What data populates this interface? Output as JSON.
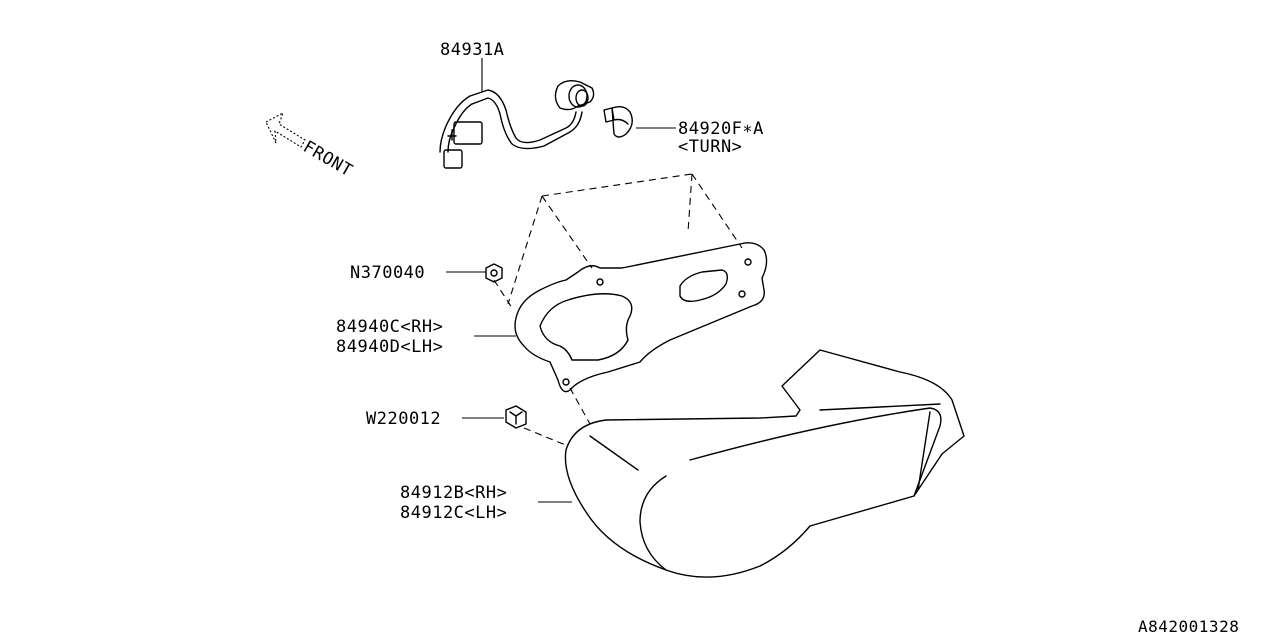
{
  "labels": {
    "harness": "84931A",
    "bulb": "84920F∗A",
    "bulb_note": "<TURN>",
    "front": "FRONT",
    "nut": "N370040",
    "bracket_rh": "84940C<RH>",
    "bracket_lh": "84940D<LH>",
    "screw": "W220012",
    "lamp_rh": "84912B<RH>",
    "lamp_lh": "84912C<LH>"
  },
  "diagram_id": "A842001328"
}
